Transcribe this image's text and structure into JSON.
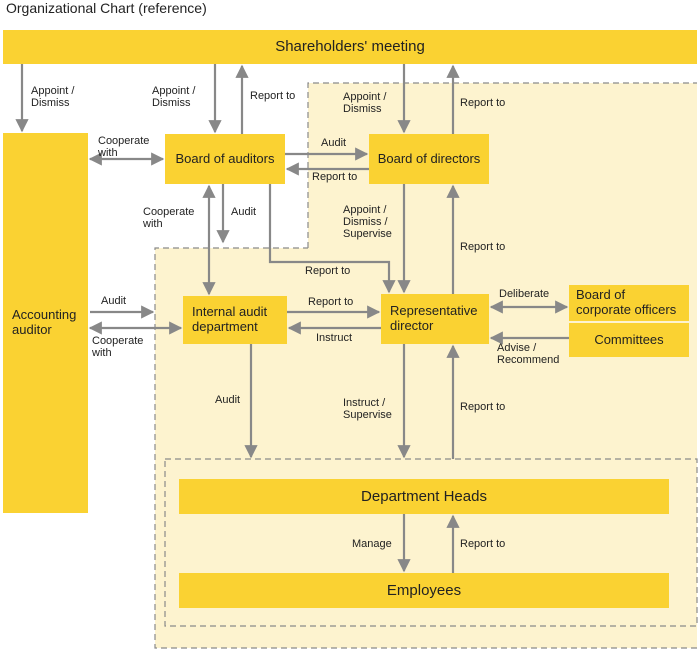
{
  "title": "Organizational Chart (reference)",
  "nodes": {
    "shareholders": "Shareholders' meeting",
    "accounting_auditor": "Accounting\nauditor",
    "board_auditors": "Board of auditors",
    "board_directors": "Board of directors",
    "internal_audit": "Internal audit\ndepartment",
    "representative_director": "Representative\ndirector",
    "board_officers": "Board of\ncorporate officers",
    "committees": "Committees",
    "department_heads": "Department Heads",
    "employees": "Employees"
  },
  "edges": {
    "appoint_dismiss_1": "Appoint /\nDismiss",
    "appoint_dismiss_2": "Appoint /\nDismiss",
    "report_to_1": "Report to",
    "appoint_dismiss_3": "Appoint /\nDismiss",
    "report_to_2": "Report to",
    "cooperate_with_1": "Cooperate\nwith",
    "audit_1": "Audit",
    "report_to_3": "Report to",
    "cooperate_with_2": "Cooperate\nwith",
    "audit_2": "Audit",
    "appoint_dismiss_supervise": "Appoint /\nDismiss /\nSupervise",
    "report_to_4": "Report to",
    "report_to_5": "Report to",
    "audit_3": "Audit",
    "cooperate_with_3": "Cooperate\nwith",
    "report_to_6": "Report to",
    "instruct": "Instruct",
    "deliberate": "Deliberate",
    "advise_recommend": "Advise /\nRecommend",
    "audit_4": "Audit",
    "instruct_supervise": "Instruct /\nSupervise",
    "report_to_7": "Report to",
    "manage": "Manage",
    "report_to_8": "Report to"
  },
  "colors": {
    "box": "#fad232",
    "region": "#fdf3cf",
    "arrow": "#888888",
    "dash": "#8a8a8a"
  }
}
